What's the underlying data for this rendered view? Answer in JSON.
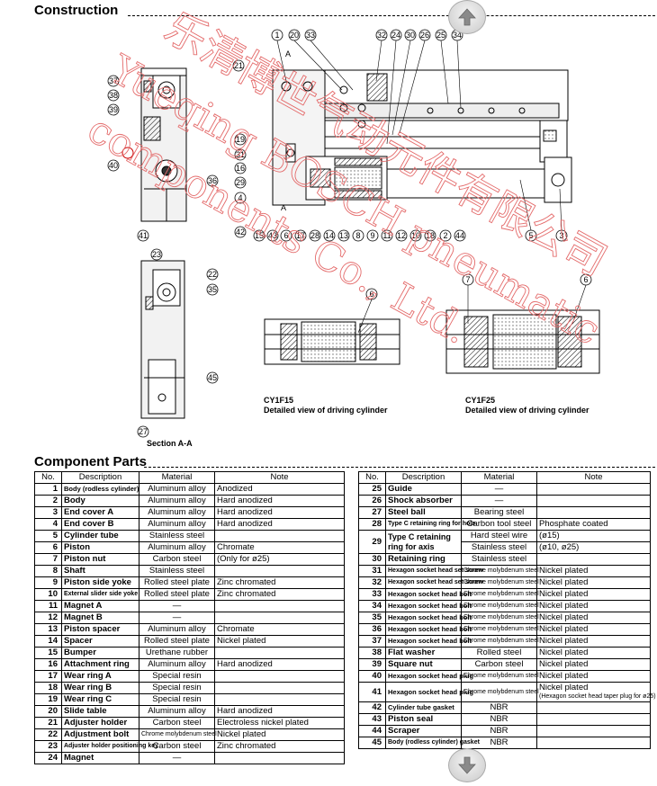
{
  "headings": {
    "construction": "Construction",
    "component_parts": "Component Parts"
  },
  "callouts": {
    "top": [
      "1",
      "20",
      "33",
      "32",
      "24",
      "30",
      "26",
      "25",
      "34"
    ],
    "left_side": [
      "37",
      "38",
      "39",
      "40",
      "41",
      "36"
    ],
    "mid_left": [
      "21",
      "19",
      "31",
      "16",
      "29",
      "4",
      "42"
    ],
    "bottom": [
      "15",
      "43",
      "6",
      "17",
      "28",
      "14",
      "13",
      "8",
      "9",
      "11",
      "12",
      "10",
      "18",
      "2",
      "44"
    ],
    "right": [
      "5",
      "3"
    ],
    "section_aa": [
      "23",
      "22",
      "35",
      "45",
      "27"
    ],
    "detail": [
      "6",
      "7",
      "6"
    ],
    "section_marker": "A"
  },
  "captions": {
    "section_aa": "Section A-A",
    "cy1f15_model": "CY1F15",
    "cy1f15_desc": "Detailed view of driving cylinder",
    "cy1f25_model": "CY1F25",
    "cy1f25_desc": "Detailed view of driving cylinder"
  },
  "table_headers": {
    "no": "No.",
    "description": "Description",
    "material": "Material",
    "note": "Note"
  },
  "parts_left": [
    {
      "no": "1",
      "desc": "Body (rodless cylinder)",
      "mat": "Aluminum alloy",
      "note": "Anodized"
    },
    {
      "no": "2",
      "desc": "Body",
      "mat": "Aluminum alloy",
      "note": "Hard anodized"
    },
    {
      "no": "3",
      "desc": "End cover A",
      "mat": "Aluminum alloy",
      "note": "Hard anodized"
    },
    {
      "no": "4",
      "desc": "End cover B",
      "mat": "Aluminum alloy",
      "note": "Hard anodized"
    },
    {
      "no": "5",
      "desc": "Cylinder tube",
      "mat": "Stainless steel",
      "note": ""
    },
    {
      "no": "6",
      "desc": "Piston",
      "mat": "Aluminum alloy",
      "note": "Chromate"
    },
    {
      "no": "7",
      "desc": "Piston  nut",
      "mat": "Carbon steel",
      "note": "(Only for ø25)"
    },
    {
      "no": "8",
      "desc": "Shaft",
      "mat": "Stainless steel",
      "note": ""
    },
    {
      "no": "9",
      "desc": "Piston side yoke",
      "mat": "Rolled steel plate",
      "note": "Zinc chromated"
    },
    {
      "no": "10",
      "desc": "External slider side yoke",
      "mat": "Rolled steel plate",
      "note": "Zinc chromated"
    },
    {
      "no": "11",
      "desc": "Magnet A",
      "mat": "—",
      "note": ""
    },
    {
      "no": "12",
      "desc": "Magnet B",
      "mat": "—",
      "note": ""
    },
    {
      "no": "13",
      "desc": "Piston spacer",
      "mat": "Aluminum alloy",
      "note": "Chromate"
    },
    {
      "no": "14",
      "desc": "Spacer",
      "mat": "Rolled steel plate",
      "note": "Nickel plated"
    },
    {
      "no": "15",
      "desc": "Bumper",
      "mat": "Urethane rubber",
      "note": ""
    },
    {
      "no": "16",
      "desc": "Attachment ring",
      "mat": "Aluminum alloy",
      "note": "Hard anodized"
    },
    {
      "no": "17",
      "desc": "Wear ring A",
      "mat": "Special resin",
      "note": ""
    },
    {
      "no": "18",
      "desc": "Wear ring B",
      "mat": "Special resin",
      "note": ""
    },
    {
      "no": "19",
      "desc": "Wear ring C",
      "mat": "Special resin",
      "note": ""
    },
    {
      "no": "20",
      "desc": "Slide table",
      "mat": "Aluminum alloy",
      "note": "Hard anodized"
    },
    {
      "no": "21",
      "desc": "Adjuster holder",
      "mat": "Carbon steel",
      "note": "Electroless nickel plated"
    },
    {
      "no": "22",
      "desc": "Adjustment bolt",
      "mat": "Chrome molybdenum steel",
      "note": "Nickel plated"
    },
    {
      "no": "23",
      "desc": "Adjuster holder positioning key",
      "mat": "Carbon steel",
      "note": "Zinc chromated"
    },
    {
      "no": "24",
      "desc": "Magnet",
      "mat": "—",
      "note": ""
    }
  ],
  "parts_right": [
    {
      "no": "25",
      "desc": "Guide",
      "mat": "—",
      "note": ""
    },
    {
      "no": "26",
      "desc": "Shock absorber",
      "mat": "—",
      "note": ""
    },
    {
      "no": "27",
      "desc": "Steel ball",
      "mat": "Bearing steel",
      "note": ""
    },
    {
      "no": "28",
      "desc": "Type C retaining ring for hole",
      "mat": "Carbon tool steel",
      "note": "Phosphate coated"
    },
    {
      "no": "29",
      "desc": "Type C retaining ring for axis",
      "mat": "Hard steel wire",
      "note": "(ø15)",
      "mat2": "Stainless steel",
      "note2": "(ø10, ø25)"
    },
    {
      "no": "30",
      "desc": "Retaining ring",
      "mat": "Stainless steel",
      "note": ""
    },
    {
      "no": "31",
      "desc": "Hexagon socket head set screw",
      "mat": "Chrome molybdenum steel",
      "note": "Nickel plated"
    },
    {
      "no": "32",
      "desc": "Hexagon socket head set screw",
      "mat": "Chrome molybdenum steel",
      "note": "Nickel plated"
    },
    {
      "no": "33",
      "desc": "Hexagon socket head bolt",
      "mat": "Chrome molybdenum steel",
      "note": "Nickel plated"
    },
    {
      "no": "34",
      "desc": "Hexagon socket head bolt",
      "mat": "Chrome molybdenum steel",
      "note": "Nickel plated"
    },
    {
      "no": "35",
      "desc": "Hexagon socket head bolt",
      "mat": "Chrome molybdenum steel",
      "note": "Nickel plated"
    },
    {
      "no": "36",
      "desc": "Hexagon socket head bolt",
      "mat": "Chrome molybdenum steel",
      "note": "Nickel plated"
    },
    {
      "no": "37",
      "desc": "Hexagon socket head bolt",
      "mat": "Chrome molybdenum steel",
      "note": "Nickel plated"
    },
    {
      "no": "38",
      "desc": "Flat washer",
      "mat": "Rolled steel",
      "note": "Nickel plated"
    },
    {
      "no": "39",
      "desc": "Square nut",
      "mat": "Carbon steel",
      "note": "Nickel plated"
    },
    {
      "no": "40",
      "desc": "Hexagon socket head plug",
      "mat": "Chrome molybdenum steel",
      "note": "Nickel plated"
    },
    {
      "no": "41",
      "desc": "Hexagon socket head plug",
      "mat": "Chrome molybdenum steel",
      "note": "Nickel plated",
      "note_sub": "(Hexagon socket head taper plug for ø25)"
    },
    {
      "no": "42",
      "desc": "Cylinder tube gasket",
      "mat": "NBR",
      "note": ""
    },
    {
      "no": "43",
      "desc": "Piston seal",
      "mat": "NBR",
      "note": ""
    },
    {
      "no": "44",
      "desc": "Scraper",
      "mat": "NBR",
      "note": ""
    },
    {
      "no": "45",
      "desc": "Body (rodless cylinder) gasket",
      "mat": "NBR",
      "note": ""
    }
  ],
  "watermark": {
    "line1": "乐清博世气动元件有限公司",
    "line2": "Yueqing BOSCH pneumatic",
    "line3": "components Co., Ltd.",
    "color": "#e46b6b"
  }
}
